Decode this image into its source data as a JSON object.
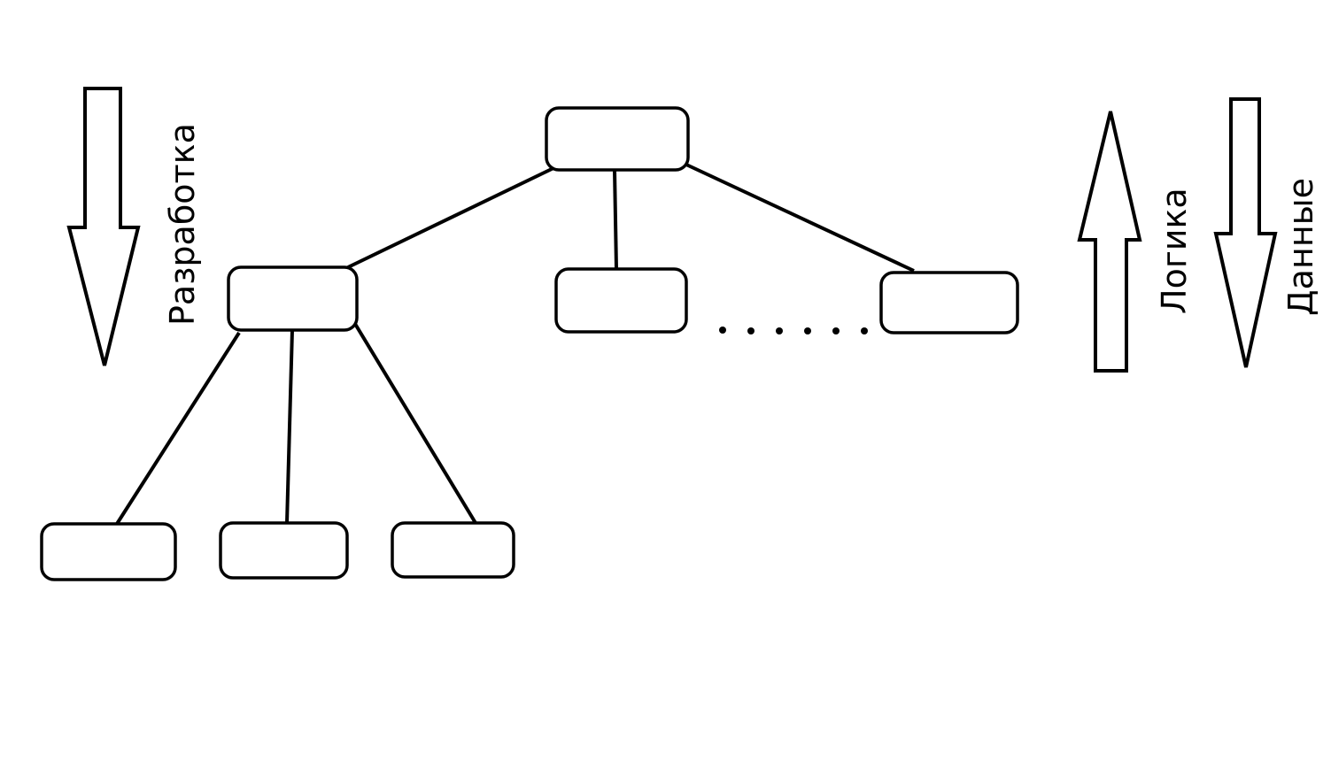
{
  "diagram": {
    "labels": {
      "development": "Разработка",
      "logic": "Логика",
      "data": "Данные"
    },
    "arrows": [
      {
        "id": "development-arrow",
        "direction": "down"
      },
      {
        "id": "logic-arrow",
        "direction": "up"
      },
      {
        "id": "data-arrow",
        "direction": "down"
      }
    ],
    "ellipsis": "......",
    "colors": {
      "stroke": "#000000",
      "fill": "#ffffff",
      "background": "#ffffff"
    }
  }
}
